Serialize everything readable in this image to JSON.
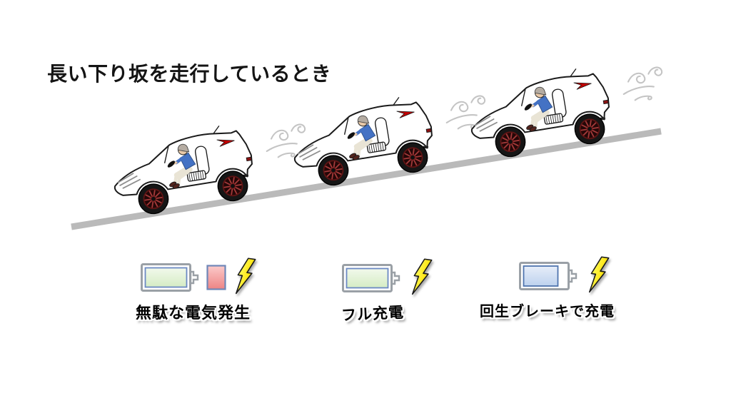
{
  "title": "長い下り坂を走行しているとき",
  "scene": {
    "car_count": 3,
    "cars": [
      {
        "name": "car-bottom-of-slope"
      },
      {
        "name": "car-middle-of-slope"
      },
      {
        "name": "car-top-of-slope"
      }
    ]
  },
  "legend": {
    "groups": [
      {
        "label": "無駄な電気発生",
        "icons": [
          "full-green-battery-icon",
          "small-red-battery-icon",
          "lightning-bolt-icon"
        ]
      },
      {
        "label": "フル充電",
        "icons": [
          "full-green-battery-icon",
          "lightning-bolt-icon"
        ]
      },
      {
        "label": "回生ブレーキで充電",
        "icons": [
          "charging-blue-battery-icon",
          "lightning-bolt-icon"
        ]
      }
    ]
  },
  "colors": {
    "battery_green": "#d5ecc4",
    "battery_blue": "#bdd2ee",
    "battery_red": "#ee8484",
    "battery_casing_gray": "#9aa0a6",
    "battery_border_blue": "#6b89c4",
    "lightning_yellow": "#ffdf00",
    "road_gray": "#bababa",
    "car_accent_red": "#c00000"
  }
}
